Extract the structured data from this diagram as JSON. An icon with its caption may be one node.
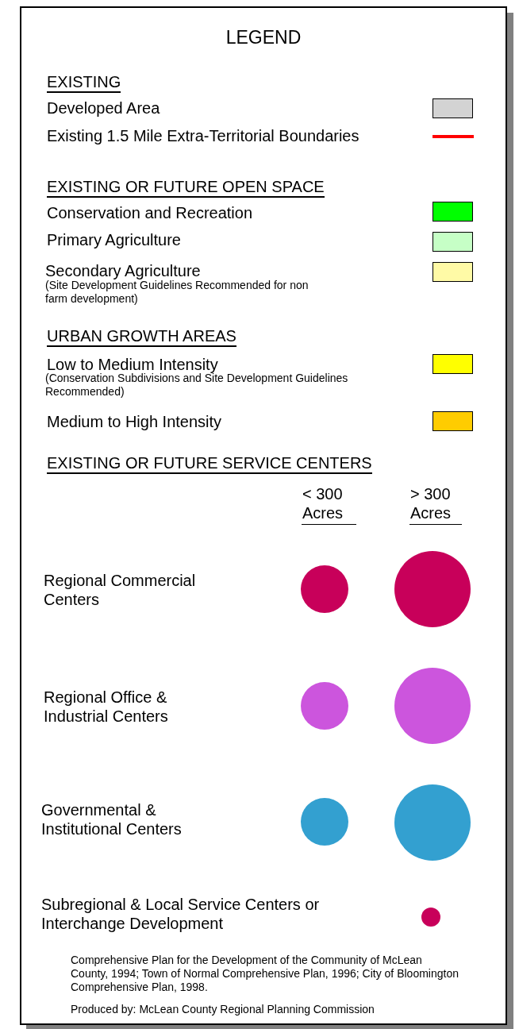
{
  "diagram": {
    "title": "LEGEND",
    "labels": [
      "EXISTING",
      "EXISTING OR FUTURE OPEN SPACE",
      "(Site Development Guidelines Recommended for non farm development)",
      "URBAN GROWTH AREAS",
      "(Conservation Subdivisions and Site Development Guidelines Recommended)",
      "EXISTING OR FUTURE SERVICE CENTERS",
      "< 300 Acres",
      "> 300 Acres",
      "Comprehensive Plan for the Development of the Community of McLean County, 1994; Town of Normal Comprehensive Plan, 1996; City of Bloomington Comprehensive Plan, 1998.",
      "Produced by:  McLean County Regional Planning Commission"
    ],
    "legend": [
      {
        "text": "Developed Area",
        "color": "#d3d3d3"
      },
      {
        "text": "Existing 1.5 Mile Extra-Territorial Boundaries"
      },
      {
        "text": "Conservation and Recreation",
        "color": "#00ff00"
      },
      {
        "text": "Primary Agriculture",
        "color": "#c6ffc6"
      },
      {
        "text": "Secondary Agriculture",
        "color": "#fffaa6"
      },
      {
        "text": "Low to Medium Intensity",
        "color": "#ffff00"
      },
      {
        "text": "Medium to High Intensity",
        "color": "#ffcc00"
      },
      {
        "text": "Regional Commercial Centers",
        "color": "#c8005a"
      },
      {
        "text": "Regional Office & Industrial Centers",
        "color": "#cc55dd"
      },
      {
        "text": "Governmental & Institutional Centers",
        "color": "#33a0d0"
      },
      {
        "text": "Subregional & Local Service Centers or Interchange Development",
        "color": "#c8005a"
      }
    ]
  }
}
